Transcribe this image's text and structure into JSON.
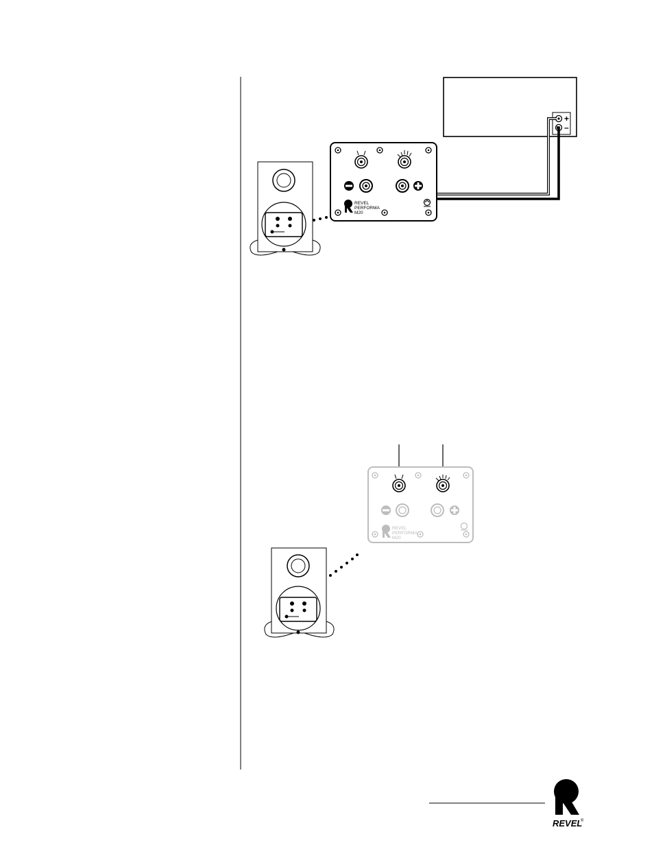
{
  "figure1": {
    "panel_logo": {
      "line1": "REVEL",
      "line2": "PERFORMA",
      "line3": "M20"
    },
    "amp_terminals": {
      "pos": "+",
      "neg": "–"
    }
  },
  "figure2": {
    "panel_logo": {
      "line1": "REVEL",
      "line2": "PERFORMA",
      "line3": "M20"
    }
  },
  "footer": {
    "brand": "REVEL",
    "trademark": "®"
  },
  "colors": {
    "ink": "#000000",
    "faded": "#bdbdbd",
    "paper": "#ffffff"
  }
}
